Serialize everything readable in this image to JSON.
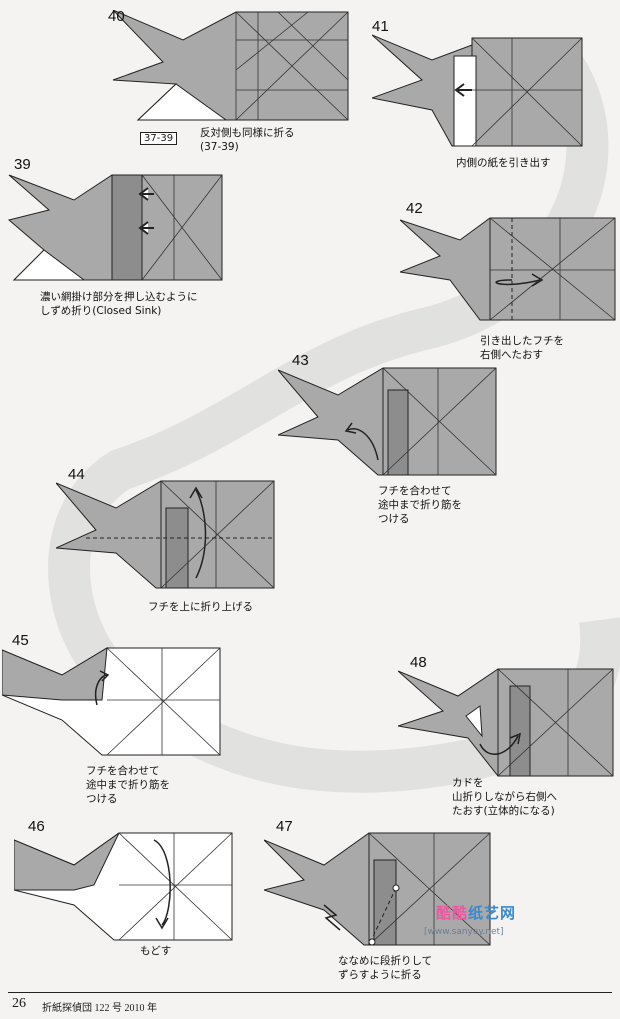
{
  "steps": [
    {
      "num": "40",
      "ref": "37-39",
      "caption": "反対側も同様に折る\n(37-39)"
    },
    {
      "num": "41",
      "caption": "内側の紙を引き出す"
    },
    {
      "num": "39",
      "caption": "濃い網掛け部分を押し込むように\nしずめ折り(Closed Sink)"
    },
    {
      "num": "42",
      "caption": "引き出したフチを\n右側へたおす"
    },
    {
      "num": "43",
      "caption": "フチを合わせて\n途中まで折り筋を\nつける"
    },
    {
      "num": "44",
      "caption": "フチを上に折り上げる"
    },
    {
      "num": "45",
      "caption": "フチを合わせて\n途中まで折り筋を\nつける"
    },
    {
      "num": "48",
      "caption": "カドを\n山折りしながら右側へ\nたおす(立体的になる)"
    },
    {
      "num": "46",
      "caption": "もどす"
    },
    {
      "num": "47",
      "caption": "ななめに段折りして\nずらすように折る"
    }
  ],
  "watermark": {
    "part1": "酷酷",
    "part2": "纸艺网",
    "url": "[www.sanyay.net]"
  },
  "footer": {
    "page": "26",
    "magazine": "折紙探偵団 122 号 2010 年"
  },
  "colors": {
    "paper_gray": "#a9a9a9",
    "paper_dark": "#8d8d8d",
    "paper_white": "#ffffff",
    "line": "#222222",
    "path_band": "#dcdcdc"
  },
  "icons": [
    "push-arrow-icon",
    "fold-arrow-icon",
    "pull-arrow-icon",
    "sink-arrow-icon"
  ]
}
